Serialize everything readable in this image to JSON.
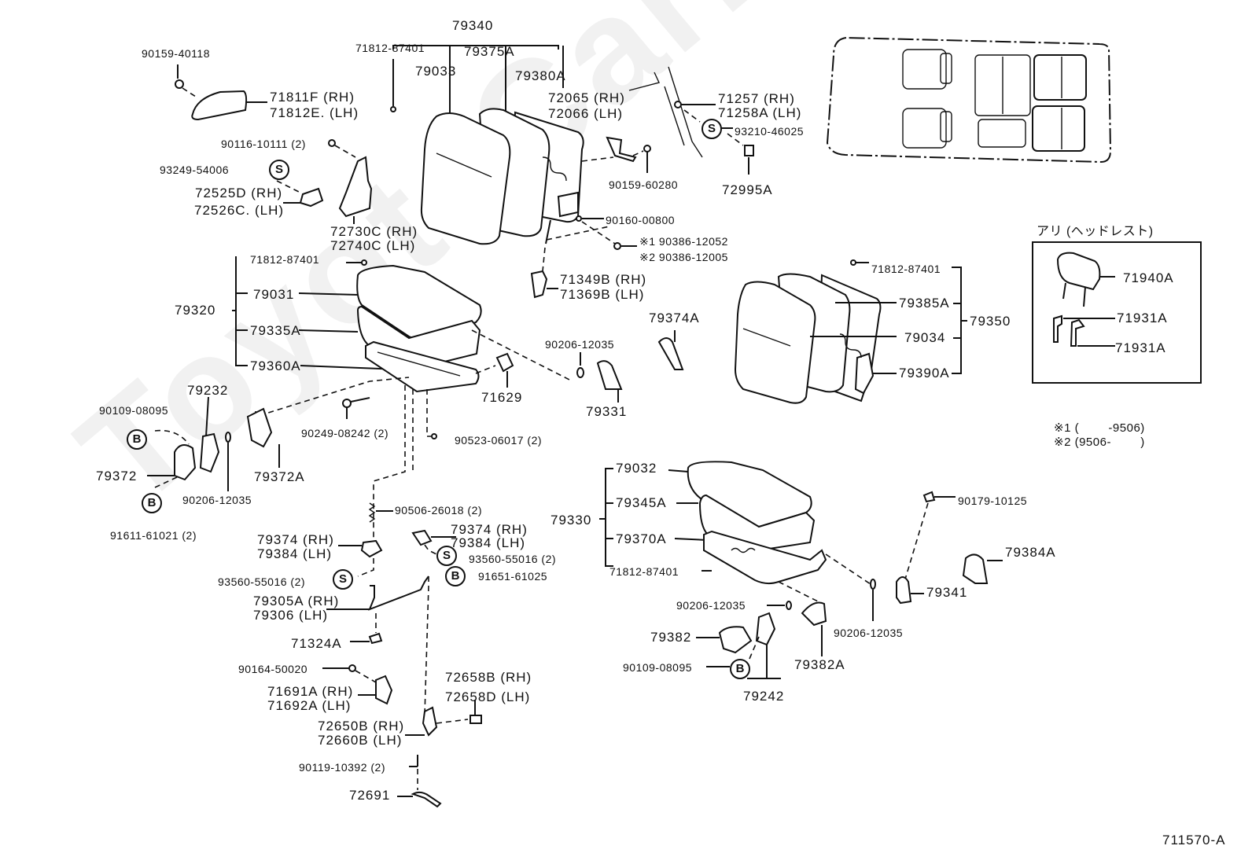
{
  "diagram": {
    "title": "Seat Parts Exploded Diagram",
    "figure_id": "711570-A",
    "watermark": "ToyotaCarMine.ru",
    "symbols": {
      "S": "S",
      "B": "B"
    },
    "note_box": {
      "title": "アリ (ヘッドレスト)",
      "labels": [
        "71940A",
        "71931A",
        "71931A"
      ]
    },
    "footnotes": [
      {
        "mark": "※1",
        "range": "(        -9506)"
      },
      {
        "mark": "※2",
        "range": "(9506-        )"
      }
    ],
    "labels": {
      "l_90159_40118": "90159-40118",
      "l_71811f": "71811F (RH)",
      "l_71812e": "71812E. (LH)",
      "l_90116_10111": "90116-10111 (2)",
      "l_93249_54006": "93249-54006",
      "l_72525d": "72525D (RH)",
      "l_72526c": "72526C. (LH)",
      "l_72730c": "72730C (RH)",
      "l_72740c": "72740C (LH)",
      "l_79340": "79340",
      "l_71812_top": "71812-87401",
      "l_79033": "79033",
      "l_79375a": "79375A",
      "l_79380a": "79380A",
      "l_72065": "72065 (RH)",
      "l_72066": "72066 (LH)",
      "l_90159_60280": "90159-60280",
      "l_71257": "71257  (RH)",
      "l_71258a": "71258A (LH)",
      "l_93210_46025": "93210-46025",
      "l_72995a": "72995A",
      "l_90160_00800": "90160-00800",
      "l_90386_12052": "※1 90386-12052",
      "l_90386_12005": "※2 90386-12005",
      "l_71812_mid": "71812-87401",
      "l_79031": "79031",
      "l_79320": "79320",
      "l_79335a": "79335A",
      "l_79360a": "79360A",
      "l_71349b": "71349B (RH)",
      "l_71369b": "71369B (LH)",
      "l_79374a": "79374A",
      "l_90206_12035_a": "90206-12035",
      "l_79331": "79331",
      "l_71629": "71629",
      "l_71812_right": "71812-87401",
      "l_79385a": "79385A",
      "l_79350": "79350",
      "l_79034": "79034",
      "l_79390a": "79390A",
      "l_79232": "79232",
      "l_90109_08095_a": "90109-08095",
      "l_79372": "79372",
      "l_79372a": "79372A",
      "l_90206_12035_b": "90206-12035",
      "l_91611_61021": "91611-61021 (2)",
      "l_90249_08242": "90249-08242 (2)",
      "l_90523_06017": "90523-06017 (2)",
      "l_90506_26018": "90506-26018 (2)",
      "l_79374_l": "79374 (RH)",
      "l_79384_l": "79384 (LH)",
      "l_79374_r": "79374  (RH)",
      "l_79384_r": "79384  (LH)",
      "l_93560_55016_l": "93560-55016 (2)",
      "l_93560_55016_r": "93560-55016 (2)",
      "l_91651_61025": "91651-61025",
      "l_79305a": "79305A (RH)",
      "l_79306": "79306   (LH)",
      "l_71324a": "71324A",
      "l_90164_50020": "90164-50020",
      "l_71691a": "71691A (RH)",
      "l_71692a": "71692A  (LH)",
      "l_72658b": "72658B (RH)",
      "l_72658d": "72658D (LH)",
      "l_72650b": "72650B (RH)",
      "l_72660b": "72660B (LH)",
      "l_90119_10392": "90119-10392 (2)",
      "l_72691": "72691",
      "l_79032": "79032",
      "l_79345a": "79345A",
      "l_79330": "79330",
      "l_79370a": "79370A",
      "l_71812_bottom": "71812-87401",
      "l_90179_10125": "90179-10125",
      "l_79384a": "79384A",
      "l_79341": "79341",
      "l_90206_12035_c": "90206-12035",
      "l_90206_12035_d": "90206-12035",
      "l_79382": "79382",
      "l_79382a": "79382A",
      "l_90109_08095_b": "90109-08095",
      "l_79242": "79242"
    }
  }
}
